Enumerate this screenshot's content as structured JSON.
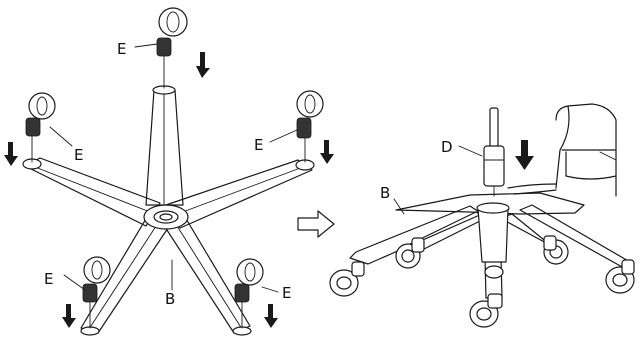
{
  "labels": {
    "caster": "E",
    "base": "B",
    "gas_lift": "D"
  }
}
